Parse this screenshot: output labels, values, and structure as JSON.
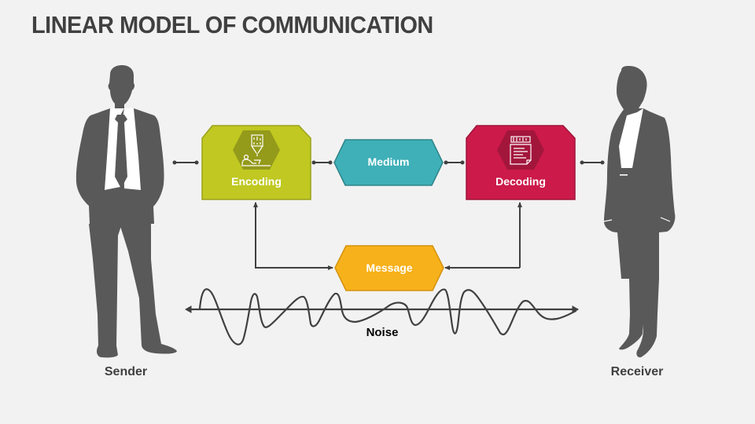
{
  "title": "LINEAR MODEL OF COMMUNICATION",
  "sender": {
    "label": "Sender",
    "icon": "businessman-silhouette-icon"
  },
  "receiver": {
    "label": "Receiver",
    "icon": "businesswoman-silhouette-icon"
  },
  "nodes": {
    "encoding": {
      "label": "Encoding",
      "color": "#c0c821",
      "border": "#9aa11a",
      "badge": "#949a1a",
      "icon": "person-at-desk-data-icon"
    },
    "medium": {
      "label": "Medium",
      "color": "#3fb0b8",
      "border": "#2e8489"
    },
    "decoding": {
      "label": "Decoding",
      "color": "#cc1a4a",
      "border": "#a0143a",
      "badge": "#a3163c",
      "icon": "document-data-icon"
    },
    "message": {
      "label": "Message",
      "color": "#f7b11a",
      "border": "#d4930f"
    }
  },
  "noise": {
    "label": "Noise"
  },
  "colors": {
    "background": "#f2f2f2",
    "silhouette": "#595959",
    "connector": "#404040"
  }
}
